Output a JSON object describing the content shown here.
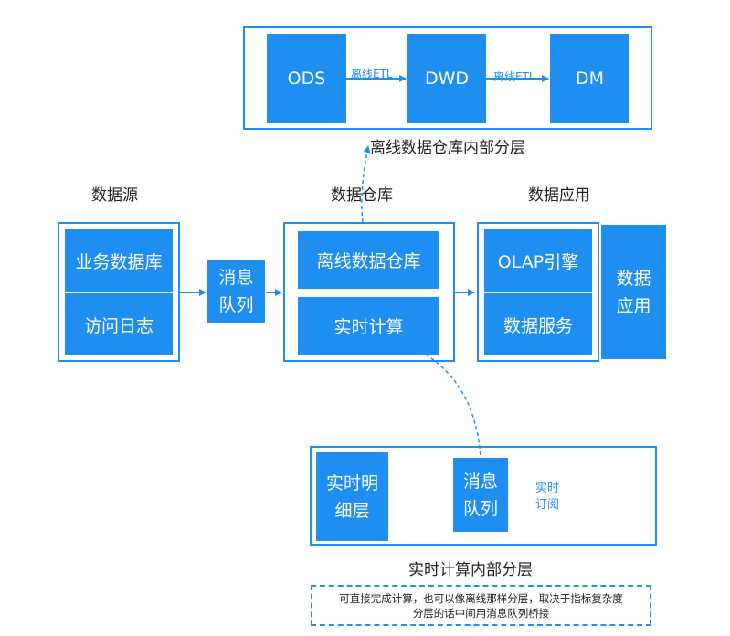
{
  "colors": {
    "accent": "#1f8ef1",
    "text": "#222222",
    "white": "#ffffff"
  },
  "top": {
    "ods": "ODS",
    "dwd": "DWD",
    "dm": "DM",
    "etl1": "离线ETL",
    "etl2": "离线ETL",
    "caption": "离线数据仓库内部分层"
  },
  "source": {
    "heading": "数据源",
    "items": [
      "业务数据库",
      "访问日志"
    ]
  },
  "queue": {
    "line1": "消息",
    "line2": "队列"
  },
  "warehouse": {
    "heading": "数据仓库",
    "offline": "离线数据仓库",
    "realtime": "实时计算"
  },
  "app": {
    "heading": "数据应用",
    "olap": "OLAP引擎",
    "service": "数据服务",
    "side_line1": "数据",
    "side_line2": "应用"
  },
  "bottom": {
    "detail_line1": "实时明",
    "detail_line2": "细层",
    "queue_line1": "消息",
    "queue_line2": "队列",
    "sub_line1": "实时",
    "sub_line2": "订阅",
    "caption": "实时计算内部分层",
    "note_line1": "可直接完成计算，也可以像离线那样分层，取决于指标复杂度",
    "note_line2": "分层的话中间用消息队列桥接"
  }
}
